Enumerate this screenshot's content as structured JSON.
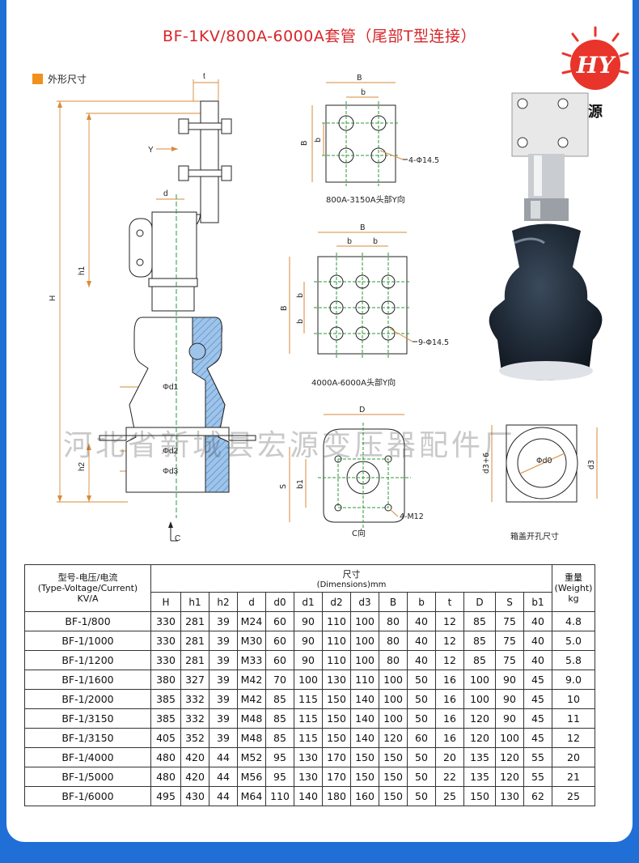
{
  "title": "BF-1KV/800A-6000A套管（尾部T型连接）",
  "section_label": "外形尺寸",
  "logo": {
    "monogram": "HY",
    "name": "宏源",
    "color": "#e8342a"
  },
  "watermark": "河北省新城县宏源变压器配件厂",
  "drawing": {
    "labels": {
      "t": "t",
      "Y": "Y",
      "d": "d",
      "h1": "h1",
      "H": "H",
      "h2": "h2",
      "phi_d1": "Φd1",
      "phi_d2": "Φd2",
      "phi_d3": "Φd3",
      "C": "C",
      "B": "B",
      "b": "b",
      "hole_2x2": "4-Φ14.5",
      "hole_3x3": "9-Φ14.5",
      "D": "D",
      "S": "S",
      "b1": "b1",
      "m12": "4-M12",
      "phi_d0": "Φd0",
      "d3_6": "d3+6",
      "d3": "d3"
    },
    "captions": {
      "head_small": "800A-3150A头部Y向",
      "head_large": "4000A-6000A头部Y向",
      "c_view": "C向",
      "cutout": "箱盖开孔尺寸"
    }
  },
  "table": {
    "header": {
      "type_cn": "型号-电压/电流",
      "type_en": "(Type-Voltage/Current)",
      "type_unit": "KV/A",
      "dims_cn": "尺寸",
      "dims_en": "(Dimensions)mm",
      "weight_cn": "重量",
      "weight_en": "(Weight)",
      "weight_unit": "kg"
    },
    "columns": [
      "H",
      "h1",
      "h2",
      "d",
      "d0",
      "d1",
      "d2",
      "d3",
      "B",
      "b",
      "t",
      "D",
      "S",
      "b1"
    ],
    "rows": [
      {
        "model": "BF-1/800",
        "values": [
          "330",
          "281",
          "39",
          "M24",
          "60",
          "90",
          "110",
          "100",
          "80",
          "40",
          "12",
          "85",
          "75",
          "40"
        ],
        "weight": "4.8"
      },
      {
        "model": "BF-1/1000",
        "values": [
          "330",
          "281",
          "39",
          "M30",
          "60",
          "90",
          "110",
          "100",
          "80",
          "40",
          "12",
          "85",
          "75",
          "40"
        ],
        "weight": "5.0"
      },
      {
        "model": "BF-1/1200",
        "values": [
          "330",
          "281",
          "39",
          "M33",
          "60",
          "90",
          "110",
          "100",
          "80",
          "40",
          "12",
          "85",
          "75",
          "40"
        ],
        "weight": "5.8"
      },
      {
        "model": "BF-1/1600",
        "values": [
          "380",
          "327",
          "39",
          "M42",
          "70",
          "100",
          "130",
          "110",
          "100",
          "50",
          "16",
          "100",
          "90",
          "45"
        ],
        "weight": "9.0"
      },
      {
        "model": "BF-1/2000",
        "values": [
          "385",
          "332",
          "39",
          "M42",
          "85",
          "115",
          "150",
          "140",
          "100",
          "50",
          "16",
          "100",
          "90",
          "45"
        ],
        "weight": "10"
      },
      {
        "model": "BF-1/3150",
        "values": [
          "385",
          "332",
          "39",
          "M48",
          "85",
          "115",
          "150",
          "140",
          "100",
          "50",
          "16",
          "120",
          "90",
          "45"
        ],
        "weight": "11"
      },
      {
        "model": "BF-1/3150",
        "values": [
          "405",
          "352",
          "39",
          "M48",
          "85",
          "115",
          "150",
          "140",
          "120",
          "60",
          "16",
          "120",
          "100",
          "45"
        ],
        "weight": "12"
      },
      {
        "model": "BF-1/4000",
        "values": [
          "480",
          "420",
          "44",
          "M52",
          "95",
          "130",
          "170",
          "150",
          "150",
          "50",
          "20",
          "135",
          "120",
          "55"
        ],
        "weight": "20"
      },
      {
        "model": "BF-1/5000",
        "values": [
          "480",
          "420",
          "44",
          "M56",
          "95",
          "130",
          "170",
          "150",
          "150",
          "50",
          "22",
          "135",
          "120",
          "55"
        ],
        "weight": "21"
      },
      {
        "model": "BF-1/6000",
        "values": [
          "495",
          "430",
          "44",
          "M64",
          "110",
          "140",
          "180",
          "160",
          "150",
          "50",
          "25",
          "150",
          "130",
          "62"
        ],
        "weight": "25"
      }
    ]
  }
}
